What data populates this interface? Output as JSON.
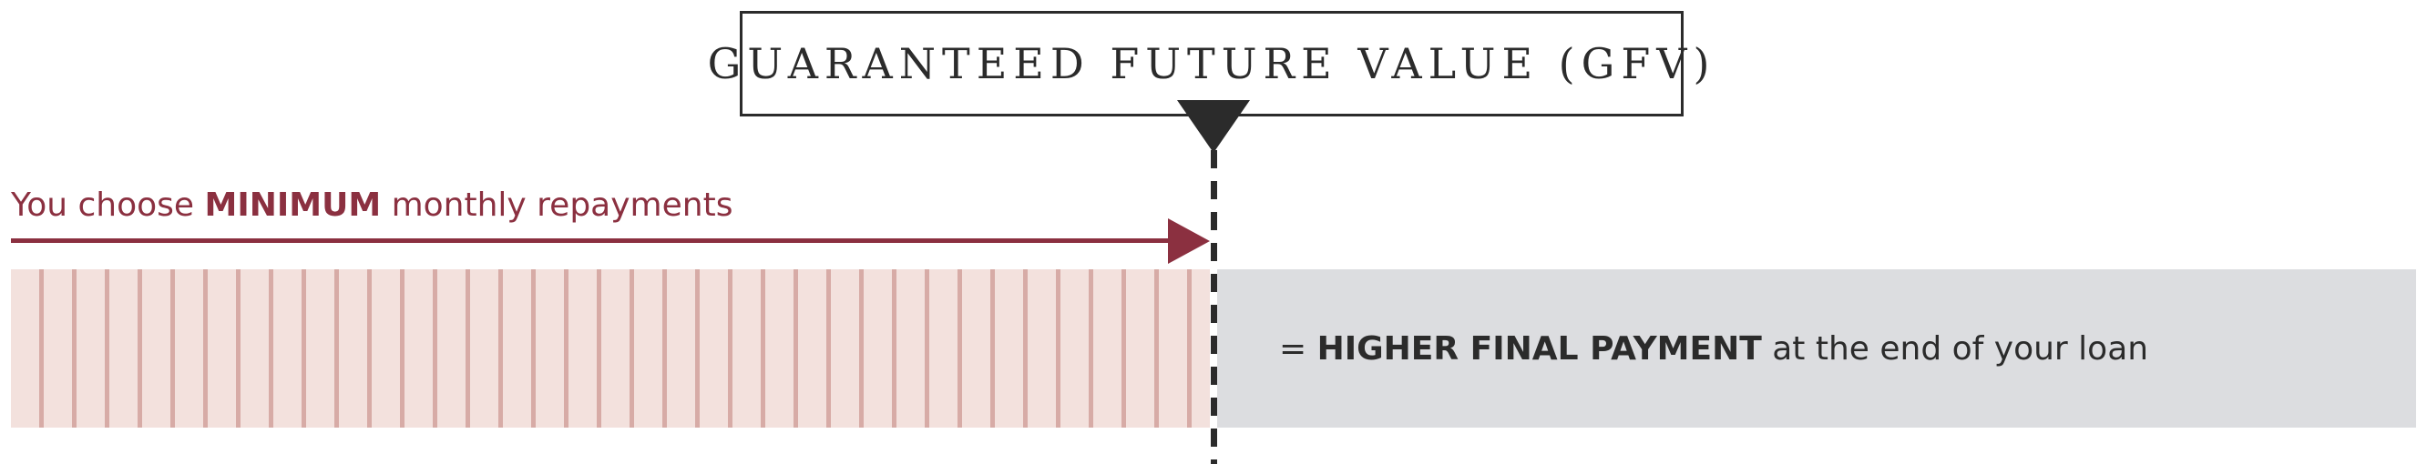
{
  "gfv": {
    "label": "GUARANTEED FUTURE VALUE (GFV)"
  },
  "repayments": {
    "prefix": "You choose ",
    "emphasis": "MINIMUM",
    "suffix": " monthly repayments"
  },
  "final_payment": {
    "prefix": "= ",
    "emphasis": "HIGHER FINAL PAYMENT",
    "suffix": " at the end of your loan"
  },
  "colors": {
    "accent": "#8b3040",
    "dark": "#2b2b2b",
    "pink_fill": "#f3e1dd",
    "pink_stripe": "#d7aba6",
    "grey_fill": "#dcdde0"
  }
}
